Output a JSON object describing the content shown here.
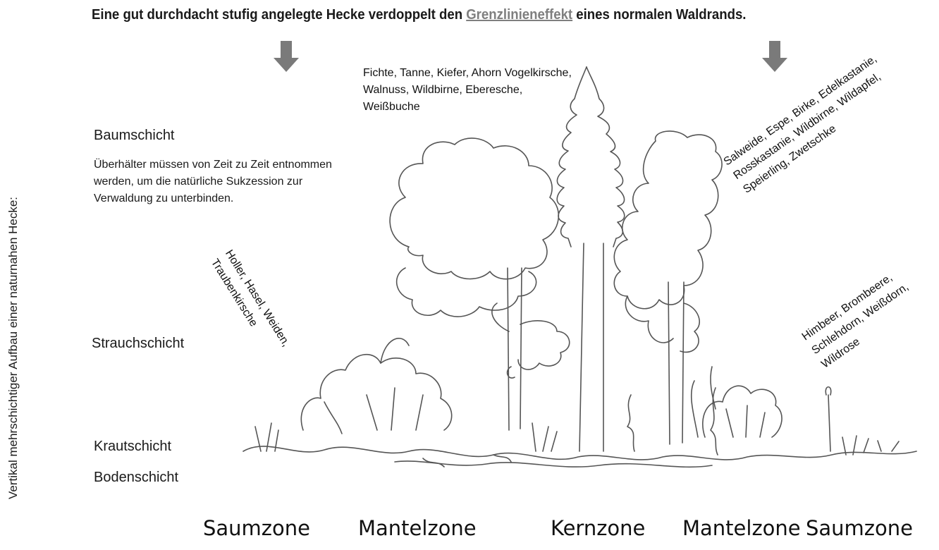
{
  "headline": {
    "before": "Eine gut durchdacht stufig angelegte Hecke verdoppelt den ",
    "link": "Grenzlinieneffekt",
    "after": " eines normalen Waldrands."
  },
  "side_label": "Vertikal mehrschichtiger Aufbau einer naturnahen Hecke:",
  "layers": {
    "baum": "Baumschicht",
    "strauch": "Strauchschicht",
    "kraut": "Krautschicht",
    "boden": "Bodenschicht"
  },
  "note": "Überhälter müssen von Zeit zu Zeit entnommen werden, um die natürliche Sukzession zur Verwaldung zu unterbinden.",
  "species": {
    "kern": "Fichte, Tanne, Kiefer, Ahorn Vogelkirsche, Walnuss, Wildbirne, Eberesche, Weißbuche",
    "mantel_left": "Holler, Hasel, Weiden, Traubenkirsche",
    "mantel_right": "Salweide, Espe, Birke, Edelkastanie, Rosskastanie, Wildbirne, Wildapfel, Speierling, Zwetschke",
    "saum_right": "Himbeer, Brombeere, Schlehdorn, Weißdorn, Wildrose"
  },
  "zones": [
    "Saumzone",
    "Mantelzone",
    "Kernzone",
    "Mantelzone",
    "Saumzone"
  ],
  "colors": {
    "arrow": "#7a7a7a",
    "sketch": "#555555",
    "link": "#7f7f7f"
  },
  "icons": {
    "arrow": "down-arrow-icon"
  }
}
